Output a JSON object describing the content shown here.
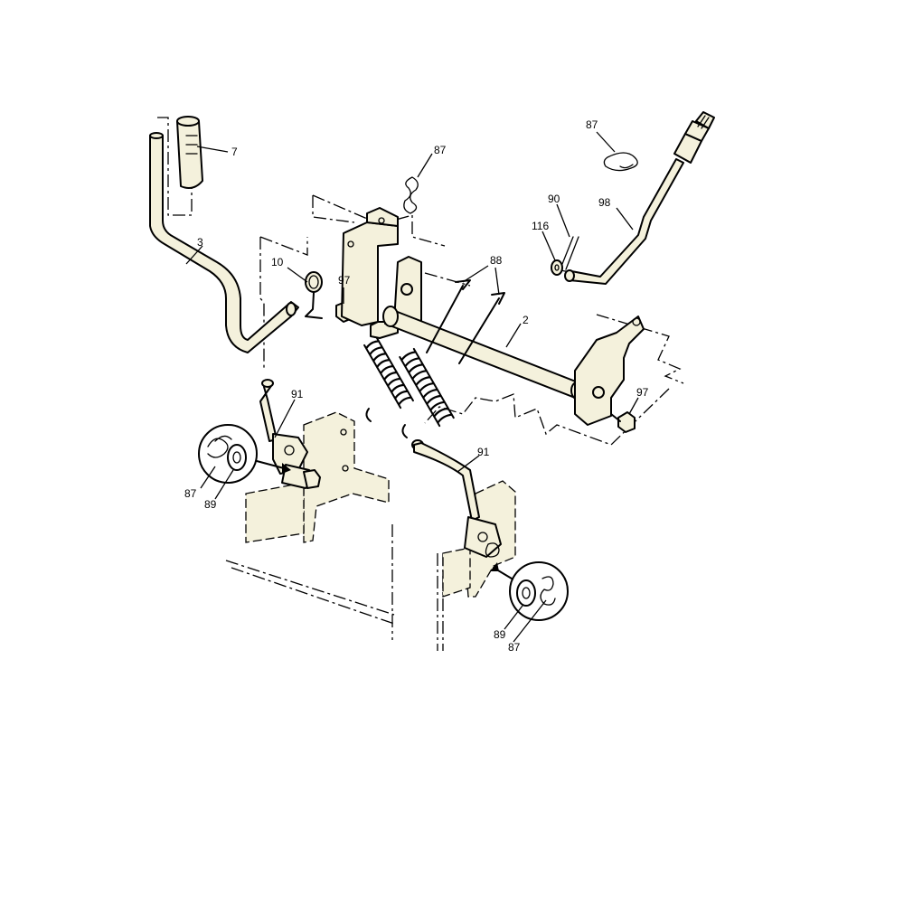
{
  "diagram": {
    "callouts": {
      "c7": "7",
      "c3": "3",
      "c10": "10",
      "c97a": "97",
      "c87a": "87",
      "c88": "88",
      "c2": "2",
      "c87b": "87",
      "c90": "90",
      "c98": "98",
      "c116": "116",
      "c97b": "97",
      "c91a": "91",
      "c87c": "87",
      "c89a": "89",
      "c91b": "91",
      "c89b": "89",
      "c87d": "87"
    }
  }
}
